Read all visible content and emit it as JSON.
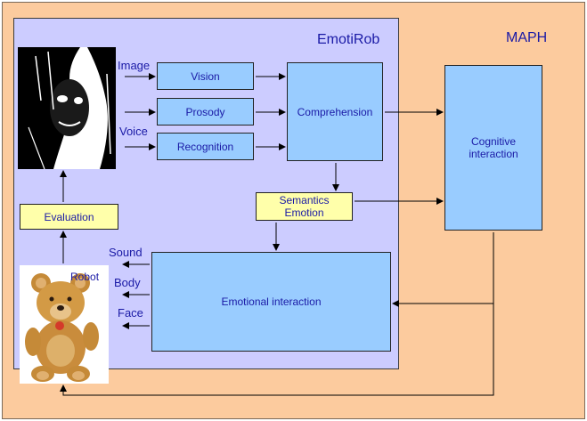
{
  "containers": {
    "outer_label": "MAPH",
    "inner_label": "EmotiRob"
  },
  "boxes": {
    "vision": "Vision",
    "prosody": "Prosody",
    "recognition": "Recognition",
    "comprehension": "Comprehension",
    "semantics_line1": "Semantics",
    "semantics_line2": "Emotion",
    "cognitive_line1": "Cognitive",
    "cognitive_line2": "interaction",
    "emotional": "Emotional interaction",
    "evaluation": "Evaluation"
  },
  "inputs": {
    "image": "Image",
    "voice": "Voice"
  },
  "outputs": {
    "sound": "Sound",
    "body": "Body",
    "face": "Face"
  },
  "robot_label": "Robot",
  "colors": {
    "maph_bg": "#fccb9e",
    "emotirob_bg": "#ccccff",
    "process_box": "#99ccff",
    "highlight_box": "#ffffaa",
    "text": "#1a1aa6"
  }
}
